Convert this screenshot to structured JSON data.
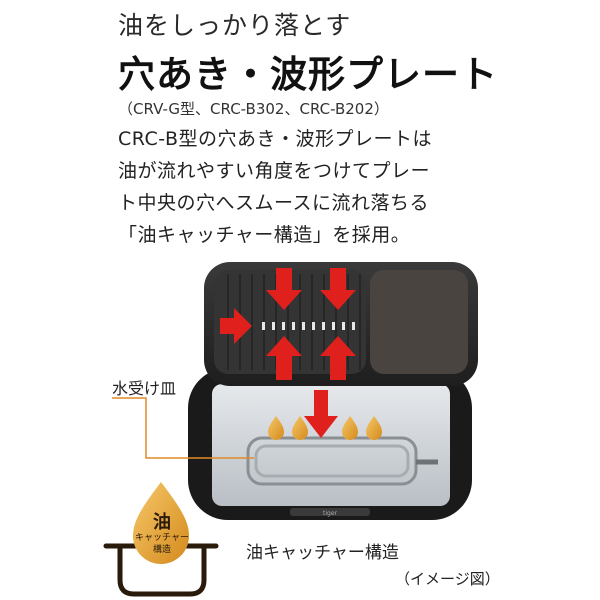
{
  "heading": {
    "subtitle": "油をしっかり落とす",
    "title": "穴あき・波形プレート"
  },
  "models": "（CRV-G型、CRC-B302、CRC-B202）",
  "description": [
    "CRC-B型の穴あき・波形プレートは",
    "油が流れやすい角度をつけてプレー",
    "ト中央の穴へスムースに流れ落ちる",
    "「油キャッチャー構造」を採用。"
  ],
  "labels": {
    "water_tray": "水受け皿",
    "caption": "油キャッチャー構造",
    "note": "（イメージ図）"
  },
  "badge": {
    "big": "油",
    "line1": "キャッチャー",
    "line2": "構造"
  },
  "colors": {
    "arrow": "#e0201c",
    "droplet": "#e8a838",
    "plate": "#2b2b2b",
    "tray": "#cfd4d8"
  }
}
